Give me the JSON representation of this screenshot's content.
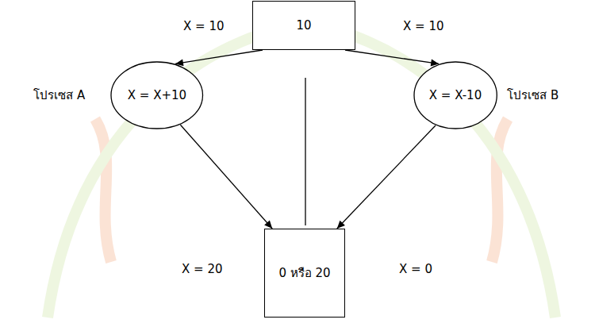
{
  "diagram": {
    "nodes": [
      {
        "text": [
          "10"
        ]
      },
      {
        "text": [
          "X = X+10",
          "โปรเซส A"
        ]
      },
      {
        "text": [
          "X = X-10",
          "โปรเซส B"
        ]
      },
      {
        "text": [
          "0 หรือ 20"
        ]
      }
    ],
    "edges": [
      {
        "from": 0,
        "to": 1,
        "label": "X = 10",
        "arrow": "to"
      },
      {
        "from": 0,
        "to": 2,
        "label": "X = 10",
        "arrow": "to"
      },
      {
        "from": 1,
        "to": 3,
        "label": "X = 20",
        "arrow": "to"
      },
      {
        "from": 2,
        "to": 3,
        "label": "X = 0",
        "arrow": "to"
      }
    ]
  }
}
